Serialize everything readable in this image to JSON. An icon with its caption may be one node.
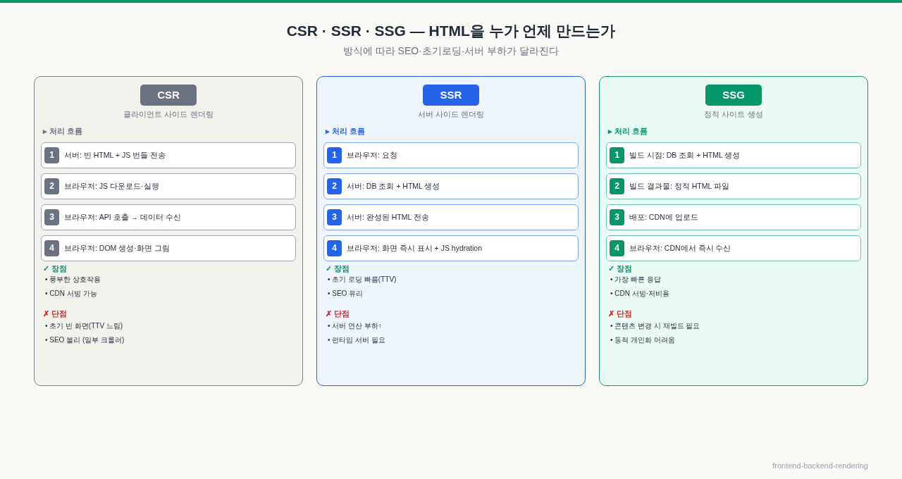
{
  "diagram": {
    "title": "CSR · SSR · SSG — HTML을 누가 언제 만드는가",
    "nodes": [
      {
        "text": [
          "클라이언트 사이드 렌더링",
          "▸ 처리 흐름",
          "✓ 장점",
          "• 풍부한 상호작용",
          "• CDN 서빙 가능",
          "✗ 단점",
          "• 초기 빈 화면(TTV 느림)",
          "• SEO 불리 (일부 크롤러)"
        ]
      },
      {
        "text": [
          "CSR"
        ],
        "in": 0
      },
      {
        "text": [
          "서버: 빈 HTML + JS 번들 전송"
        ],
        "in": 0
      },
      {
        "text": [
          "1"
        ],
        "in": 2
      },
      {
        "text": [
          "브라우저: JS 다운로드·실행"
        ],
        "in": 0
      },
      {
        "text": [
          "2"
        ],
        "in": 4
      },
      {
        "text": [
          "브라우저: API 호출 → 데이터 수신"
        ],
        "in": 0
      },
      {
        "text": [
          "3"
        ],
        "in": 6
      },
      {
        "text": [
          "브라우저: DOM 생성·화면 그림"
        ],
        "in": 0
      },
      {
        "text": [
          "4"
        ],
        "in": 8
      },
      {
        "text": [
          "서버 사이드 렌더링",
          "▸ 처리 흐름",
          "✓ 장점",
          "• 초기 로딩 빠름(TTV)",
          "• SEO 유리",
          "✗ 단점",
          "• 서버 연산 부하↑",
          "• 런타임 서버 필요"
        ]
      },
      {
        "text": [
          "SSR"
        ],
        "in": 10
      },
      {
        "text": [
          "브라우저: 요청"
        ],
        "in": 10
      },
      {
        "text": [
          "1"
        ],
        "in": 12
      },
      {
        "text": [
          "서버: DB 조회 + HTML 생성"
        ],
        "in": 10
      },
      {
        "text": [
          "2"
        ],
        "in": 14
      },
      {
        "text": [
          "서버: 완성된 HTML 전송"
        ],
        "in": 10
      },
      {
        "text": [
          "3"
        ],
        "in": 16
      },
      {
        "text": [
          "브라우저: 화면 즉시 표시 + JS hydration"
        ],
        "in": 10
      },
      {
        "text": [
          "4"
        ],
        "in": 18
      },
      {
        "text": [
          "정적 사이트 생성",
          "▸ 처리 흐름",
          "✓ 장점",
          "• 가장 빠른 응답",
          "• CDN 서빙·저비용",
          "✗ 단점",
          "• 콘텐츠 변경 시 재빌드 필요",
          "• 동적 개인화 어려움"
        ]
      },
      {
        "text": [
          "SSG"
        ],
        "in": 20
      },
      {
        "text": [
          "빌드 시점: DB 조회 + HTML 생성"
        ],
        "in": 20
      },
      {
        "text": [
          "1"
        ],
        "in": 22
      },
      {
        "text": [
          "빌드 결과물: 정적 HTML 파일"
        ],
        "in": 20
      },
      {
        "text": [
          "2"
        ],
        "in": 24
      },
      {
        "text": [
          "배포: CDN에 업로드"
        ],
        "in": 20
      },
      {
        "text": [
          "3"
        ],
        "in": 26
      },
      {
        "text": [
          "브라우저: CDN에서 즉시 수신"
        ],
        "in": 20
      },
      {
        "text": [
          "4"
        ],
        "in": 28
      }
    ],
    "edges": [],
    "labels": [
      "방식에 따라 SEO·초기로딩·서버 부하가 달라진다",
      "frontend-backend-rendering"
    ]
  }
}
